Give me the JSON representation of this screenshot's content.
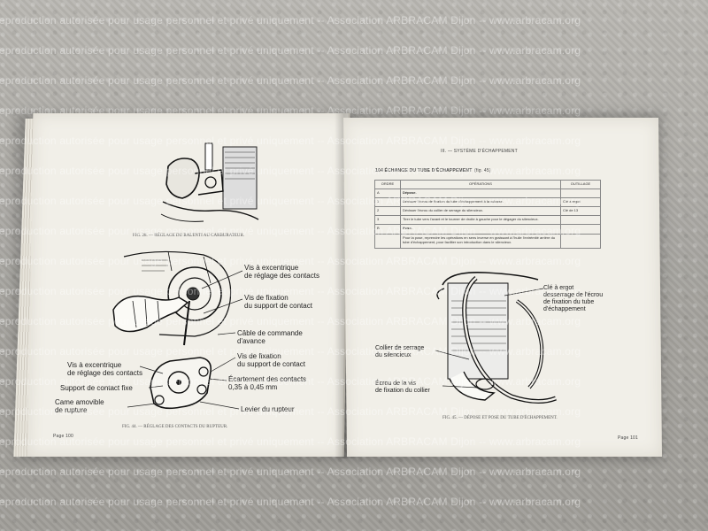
{
  "watermark": {
    "text": "Reproduction autorisée pour usage personnel et privé uniquement -- Association ARBRACAM Dijon -- www.arbracam.org"
  },
  "left_page": {
    "figure_top_caption": "FIG. 28. — RÉGLAGE DU RALENTI AU CARBURATEUR.",
    "callouts": {
      "vis_excentrique_top": "Vis à excentrique\nde réglage des contacts",
      "vis_fixation_top": "Vis de fixation\ndu support de contact",
      "cable": "Câble de commande\nd'avance",
      "vis_fixation_bottom": "Vis de fixation\ndu support de contact",
      "vis_excentrique_left": "Vis à excentrique\nde réglage des contacts",
      "support_fixe": "Support de contact fixe",
      "ecartement": "Écartement des contacts\n0,35 à 0,45 mm",
      "came": "Came amovible\nde rupture",
      "levier": "Levier du rupteur"
    },
    "figure_bottom_caption": "FIG. 44. — RÉGLAGE DES CONTACTS DU RUPTEUR.",
    "page_number": "Page 100"
  },
  "right_page": {
    "section_header": "III. — SYSTÈME D'ÉCHAPPEMENT",
    "table_title": "104 ÉCHANGE DU TUBE D'ÉCHAPPEMENT",
    "table_ref": "(fig. 45)",
    "table": {
      "headers": [
        "ORDRE",
        "OPÉRATIONS",
        "OUTILLAGE"
      ],
      "rows": [
        {
          "order": "A",
          "op": "Dépose.",
          "tool": ""
        },
        {
          "order": "1",
          "op": "Dévisser l'écrou de fixation du tube d'échappement à la culasse.",
          "tool": "Clé à ergot"
        },
        {
          "order": "2",
          "op": "Dévisser l'écrou du collier de serrage du silencieux.",
          "tool": "Clé de 13"
        },
        {
          "order": "3",
          "op": "Tirer le tube vers l'avant et le tourner de droite à gauche pour le dégager du silencieux.",
          "tool": ""
        },
        {
          "order": "B",
          "op": "Pose.",
          "tool": ""
        },
        {
          "order": "",
          "op": "Pour la pose, reprendre les opérations en sens inverse en graissant à l'huile l'extrémité arrière du tube d'échappement, pour faciliter son introduction dans le silencieux.",
          "tool": ""
        }
      ]
    },
    "callouts": {
      "cle_ergot": "Clé à ergot\ndesserrage de l'écrou\nde fixation du tube\nd'échappement",
      "collier": "Collier de serrage\ndu silencieux",
      "ecrou": "Écrou de la vis\nde fixation du collier"
    },
    "figure_caption": "FIG. 45. — DÉPOSE ET POSE DU TUBE D'ÉCHAPPEMENT.",
    "page_number": "Page 101"
  },
  "colors": {
    "paper": "#f1efe8",
    "ink": "#222222",
    "table_surface": "#aaa8a3"
  }
}
